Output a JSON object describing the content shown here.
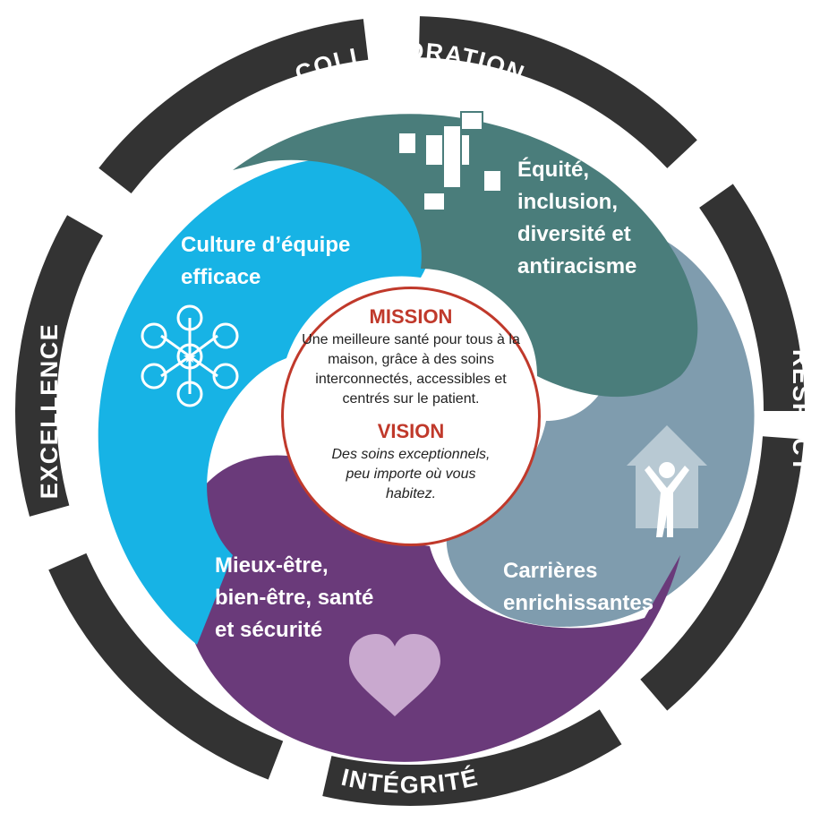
{
  "values_ring": {
    "top": "COLLABORATION",
    "right": "RESPECT",
    "bottom": "INTÉGRITÉ",
    "left": "EXCELLENCE"
  },
  "sections": {
    "culture": {
      "label": "Culture d’équipe\nefficace",
      "icon": "team-network-icon"
    },
    "equity": {
      "label": "Équité,\ninclusion,\ndiversité et\nantiracisme",
      "icon": "joined-hands-icon"
    },
    "careers": {
      "label": "Carrières\nenrichissantes",
      "icon": "person-arrow-up-icon"
    },
    "wellness": {
      "label": "Mieux-être,\nbien-être, santé\net sécurité",
      "icon": "heart-icon"
    }
  },
  "center": {
    "mission_title": "MISSION",
    "mission_text": "Une meilleure santé pour tous à la maison, grâce à des soins interconnectés, accessibles et centrés sur le patient.",
    "vision_title": "VISION",
    "vision_text": "Des soins exceptionnels, peu importe où vous habitez."
  },
  "colors": {
    "ring": "#333333",
    "culture": "#17b3e5",
    "equity": "#4a7d7b",
    "careers": "#7f9cae",
    "wellness": "#6a3a7a",
    "accent": "#c0392b"
  }
}
